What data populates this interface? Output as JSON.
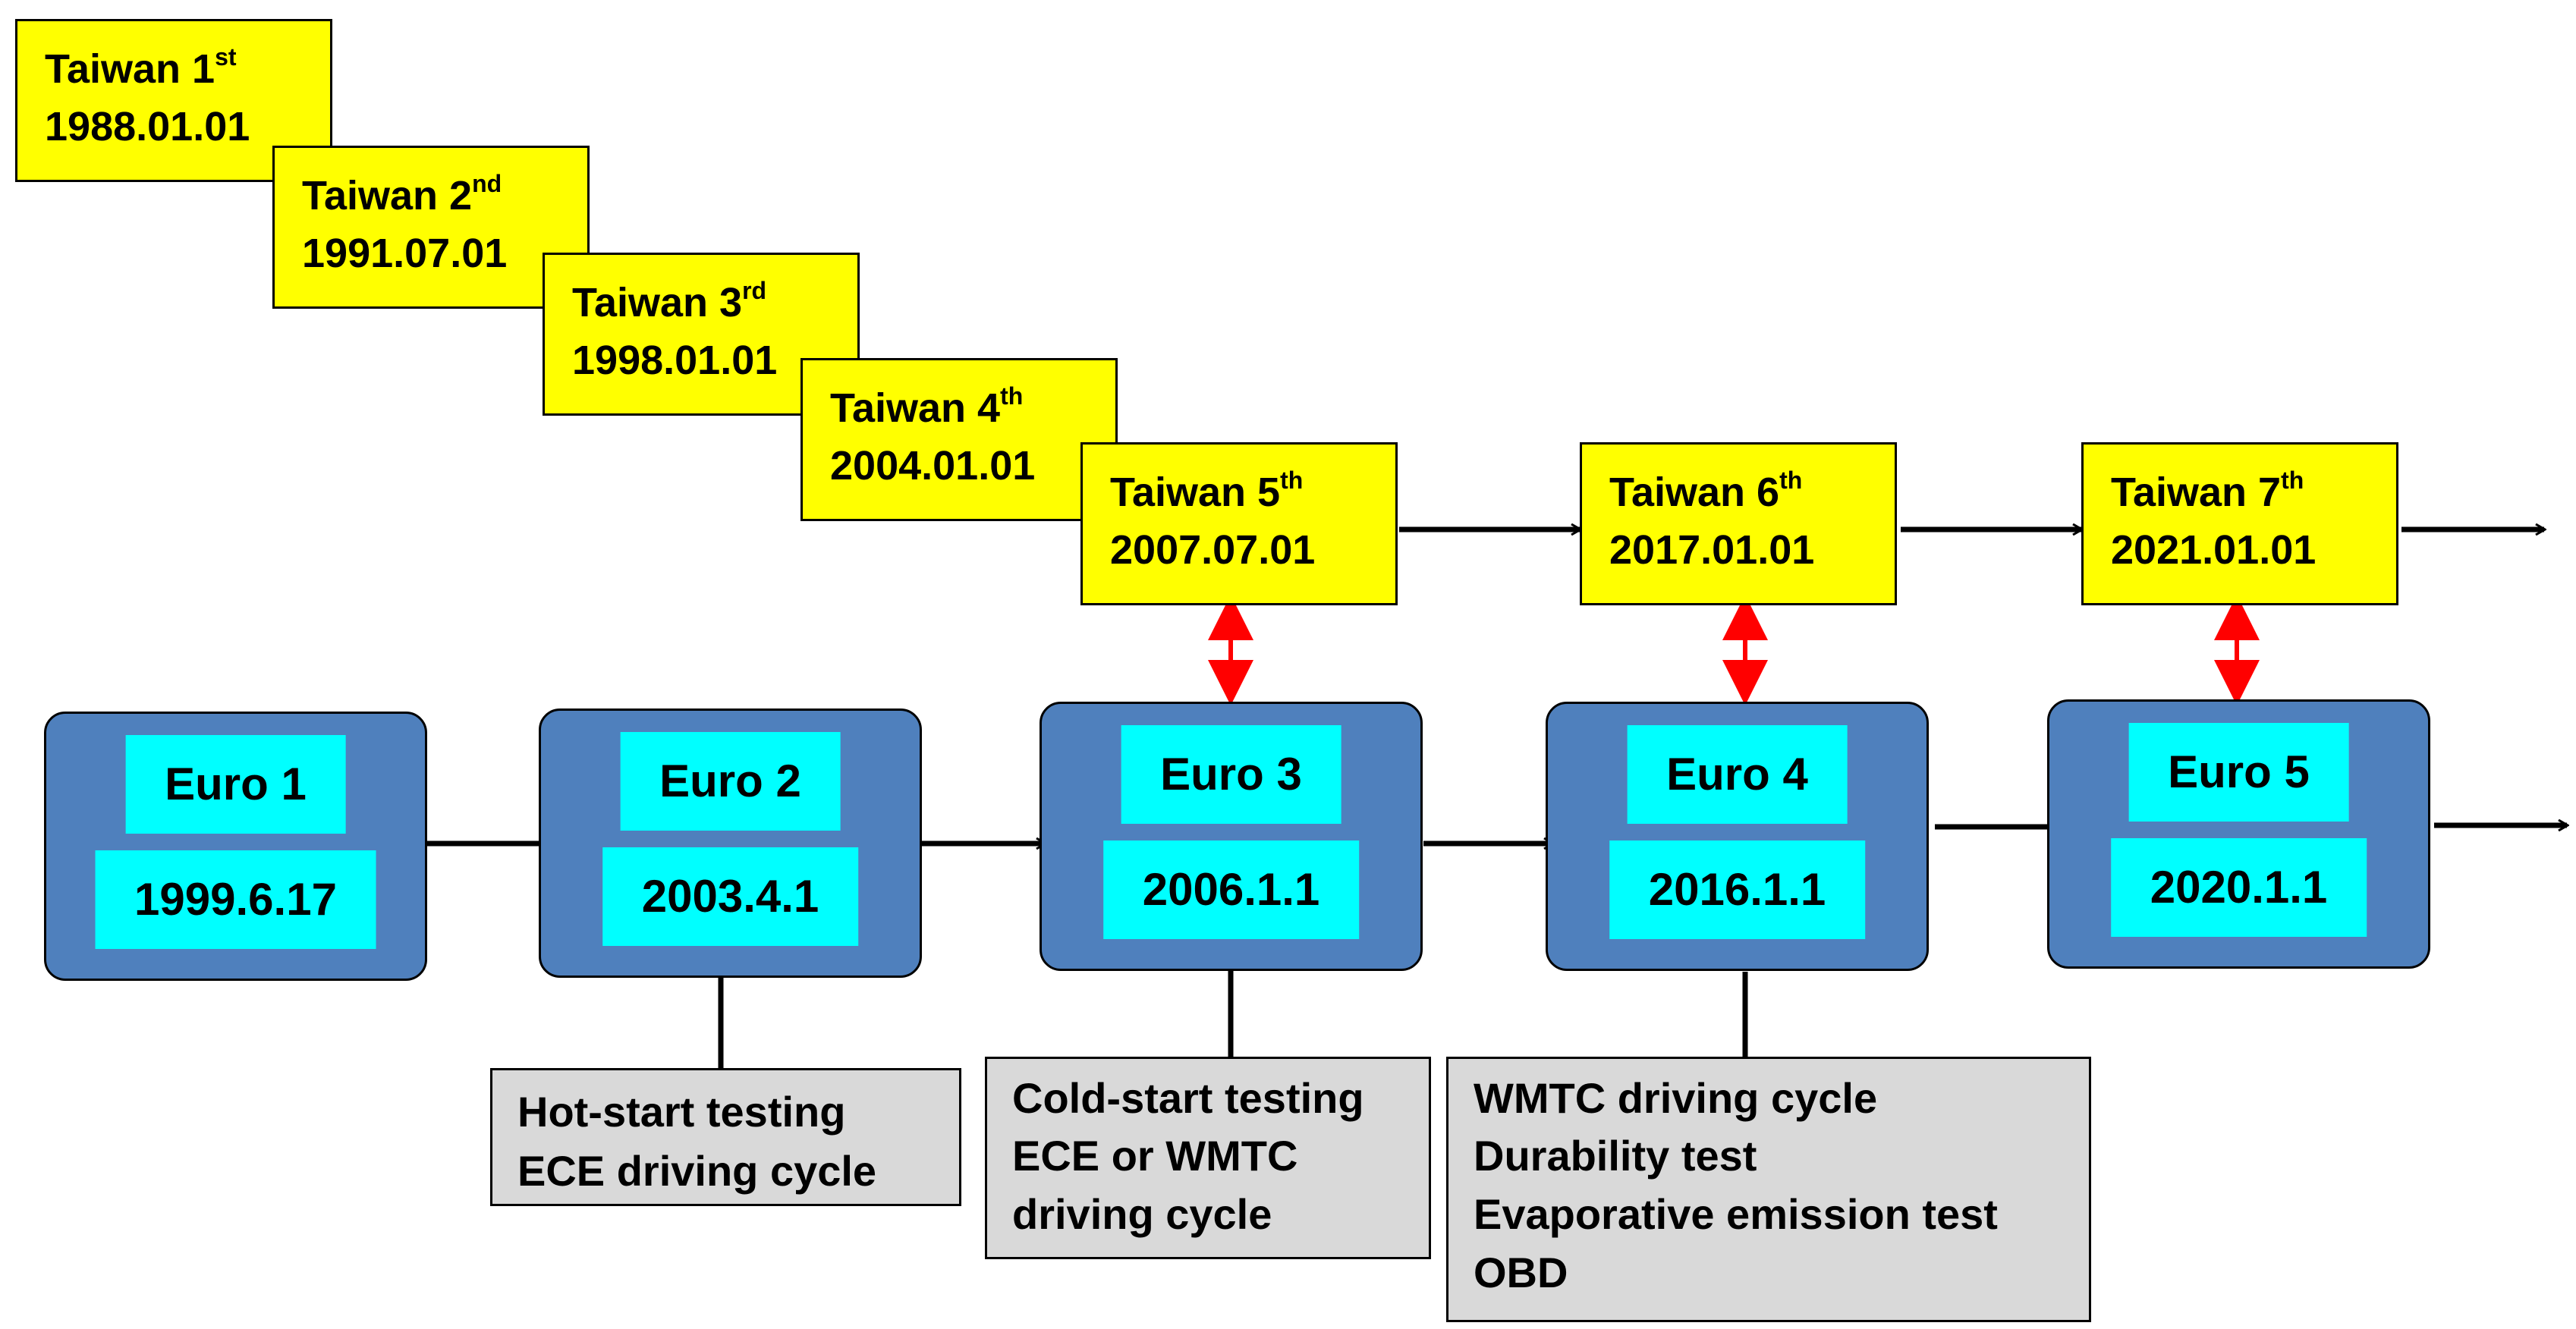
{
  "taiwan": [
    {
      "label": "Taiwan 1",
      "sup": "st",
      "date": "1988.01.01"
    },
    {
      "label": "Taiwan 2",
      "sup": "nd",
      "date": "1991.07.01"
    },
    {
      "label": "Taiwan 3",
      "sup": "rd",
      "date": "1998.01.01"
    },
    {
      "label": "Taiwan 4",
      "sup": "th",
      "date": "2004.01.01"
    },
    {
      "label": "Taiwan 5",
      "sup": "th",
      "date": "2007.07.01"
    },
    {
      "label": "Taiwan 6",
      "sup": "th",
      "date": "2017.01.01"
    },
    {
      "label": "Taiwan 7",
      "sup": "th",
      "date": "2021.01.01"
    }
  ],
  "euro": [
    {
      "name": "Euro 1",
      "date": "1999.6.17"
    },
    {
      "name": "Euro 2",
      "date": "2003.4.1"
    },
    {
      "name": "Euro 3",
      "date": "2006.1.1"
    },
    {
      "name": "Euro 4",
      "date": "2016.1.1"
    },
    {
      "name": "Euro 5",
      "date": "2020.1.1"
    }
  ],
  "notes": [
    {
      "lines": [
        "Hot-start testing",
        "ECE driving cycle"
      ]
    },
    {
      "lines": [
        "Cold-start testing",
        "ECE or WMTC",
        "driving cycle"
      ]
    },
    {
      "lines": [
        "WMTC driving cycle",
        "Durability test",
        "Evaporative emission test",
        "OBD"
      ]
    }
  ],
  "colors": {
    "taiwan_fill": "#ffff00",
    "euro_fill": "#4f80bd",
    "euro_label_fill": "#00ffff",
    "note_fill": "#d9d9d9",
    "flow_arrow": "#000000",
    "link_arrow": "#ff0000"
  }
}
